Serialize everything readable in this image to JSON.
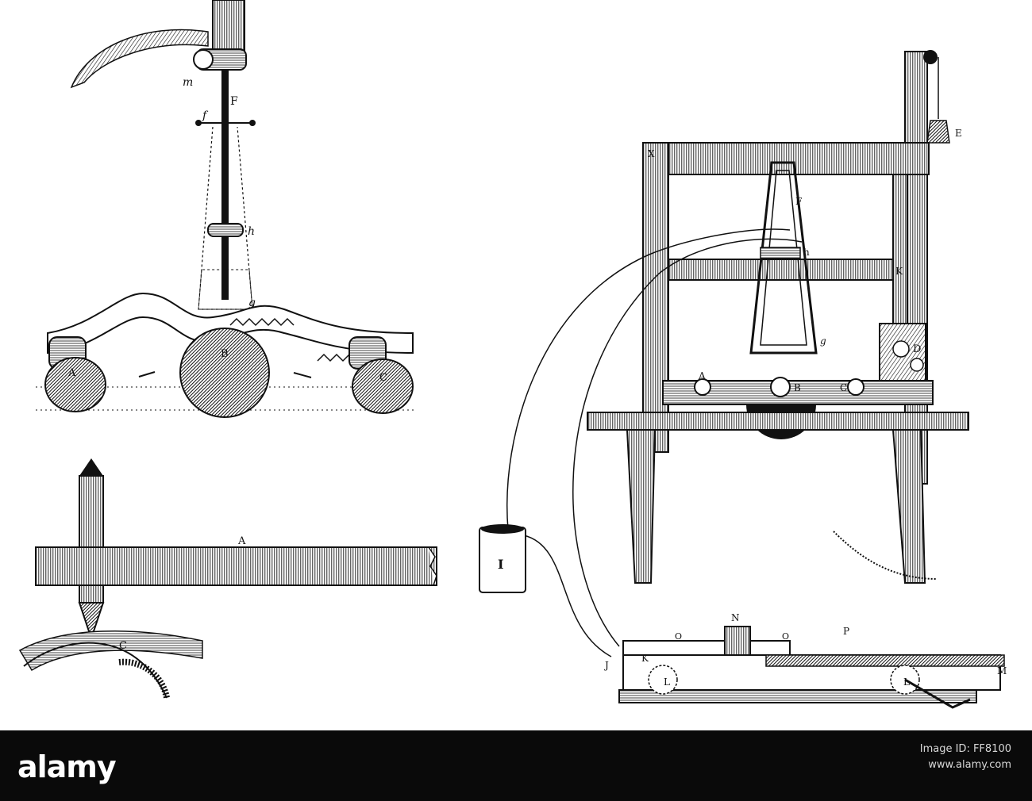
{
  "figure": {
    "labels": {
      "m": "m",
      "F_top": "F",
      "f": "f",
      "h": "h",
      "g": "g",
      "A_left": "A",
      "B_left": "B",
      "C_left": "C",
      "A_strip": "A",
      "C_strip": "C",
      "X": "X",
      "E": "E",
      "F_right": "F",
      "h_right": "h",
      "K_frame": "K",
      "g_right": "g",
      "D": "D",
      "A_right": "A",
      "B_right": "B",
      "C_right": "C",
      "I": "I",
      "N": "N",
      "O1": "O",
      "O2": "O",
      "P": "P",
      "J": "J",
      "K_key": "K",
      "L1": "L",
      "L2": "L",
      "M": "M"
    }
  },
  "footer": {
    "brand": "alamy",
    "image_id_line": "Image ID: FF8100",
    "site_line": "www.alamy.com"
  },
  "colors": {
    "ink": "#111111",
    "paper": "#ffffff",
    "footer_bg": "#0a0a0a"
  }
}
